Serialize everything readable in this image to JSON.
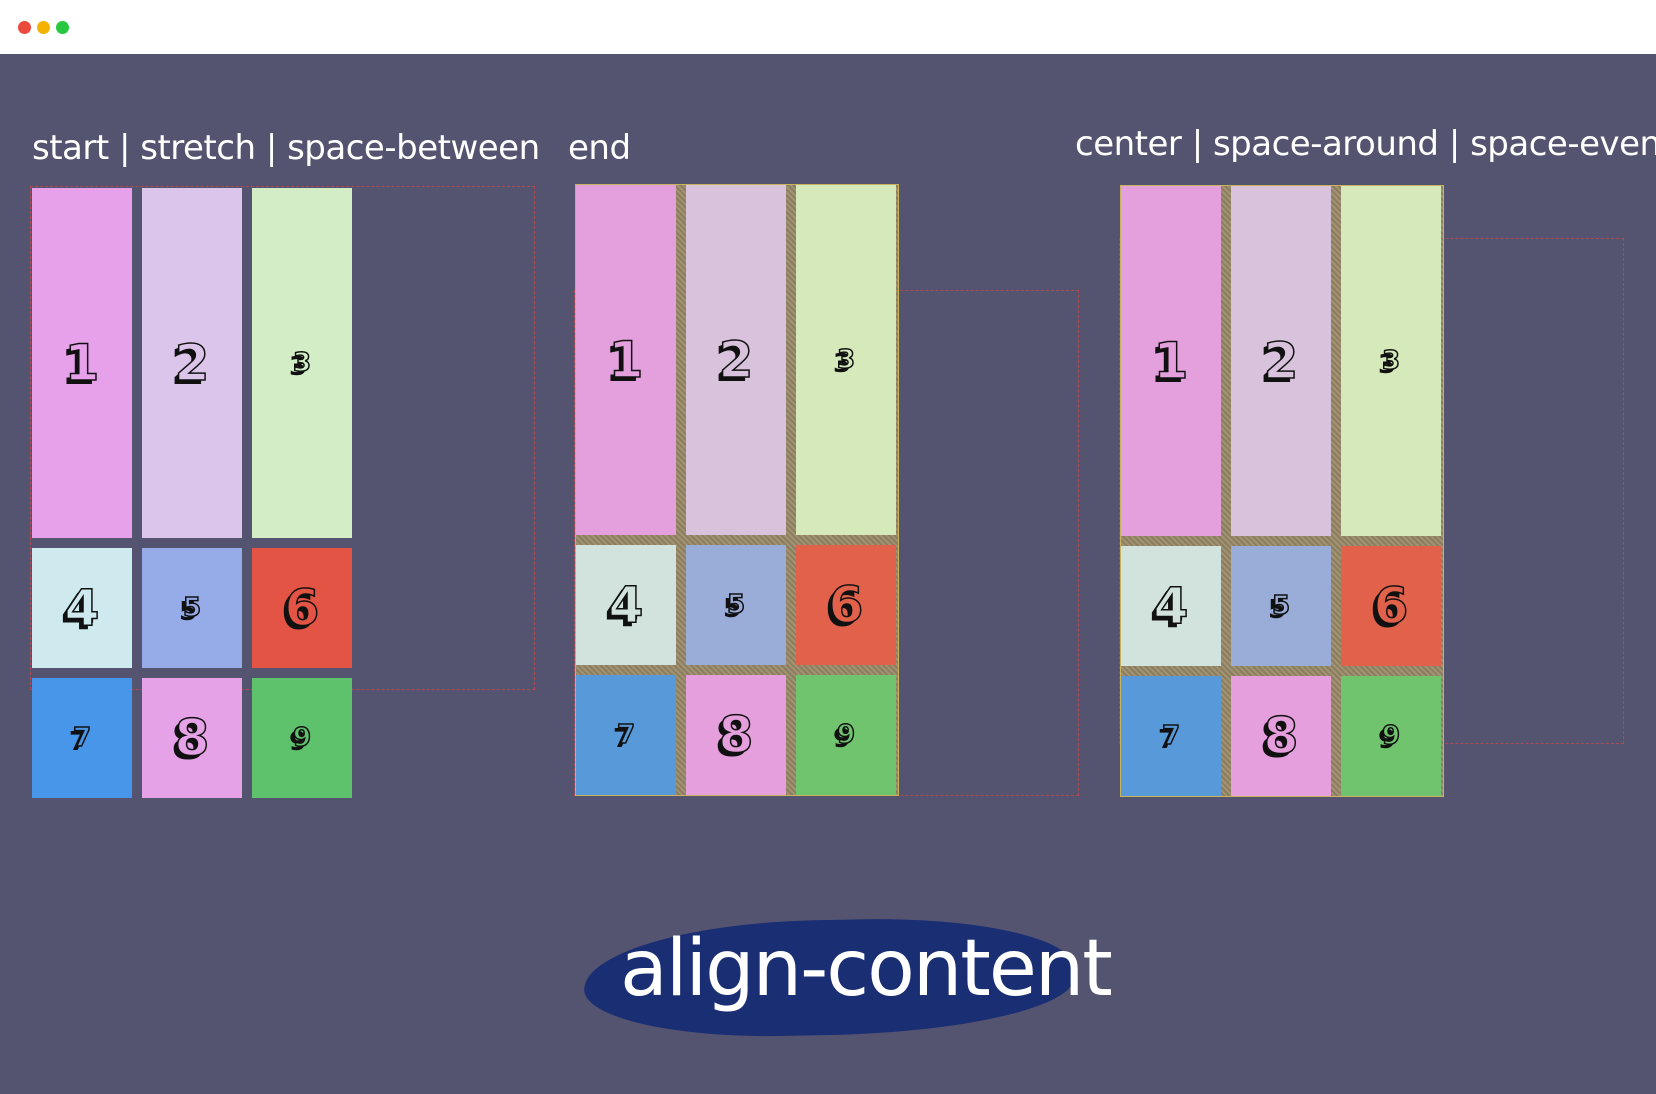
{
  "window": {
    "controls": [
      {
        "name": "close",
        "color": "#ec4a3a"
      },
      {
        "name": "minimize",
        "color": "#f3b300"
      },
      {
        "name": "maximize",
        "color": "#25c83f"
      }
    ]
  },
  "captions": {
    "first": "start | stretch | space-between",
    "second": "end",
    "third": "center | space-around  |  space-evenly"
  },
  "demos": [
    {
      "cells": [
        {
          "label": "1",
          "color": "#e7a0ea",
          "size": "big"
        },
        {
          "label": "2",
          "color": "#dbc5eb",
          "size": "big"
        },
        {
          "label": "3",
          "color": "#d3eec6",
          "size": "small"
        },
        {
          "label": "4",
          "color": "#cfeaef",
          "size": "big"
        },
        {
          "label": "5",
          "color": "#95ace8",
          "size": "small"
        },
        {
          "label": "6",
          "color": "#e35444",
          "size": "big"
        },
        {
          "label": "7",
          "color": "#4896e9",
          "size": "small"
        },
        {
          "label": "8",
          "color": "#e6a2e6",
          "size": "big"
        },
        {
          "label": "9",
          "color": "#5ec16c",
          "size": "small"
        }
      ]
    },
    {
      "cells": [
        {
          "label": "1",
          "color": "#e3a0dc",
          "size": "big"
        },
        {
          "label": "2",
          "color": "#d8c2dc",
          "size": "big"
        },
        {
          "label": "3",
          "color": "#d6e9bb",
          "size": "small"
        },
        {
          "label": "4",
          "color": "#d1e3dc",
          "size": "big"
        },
        {
          "label": "5",
          "color": "#9aadd9",
          "size": "small"
        },
        {
          "label": "6",
          "color": "#e2614a",
          "size": "big"
        },
        {
          "label": "7",
          "color": "#589ad9",
          "size": "small"
        },
        {
          "label": "8",
          "color": "#e49fdc",
          "size": "big"
        },
        {
          "label": "9",
          "color": "#70c46e",
          "size": "small"
        }
      ]
    },
    {
      "cells": [
        {
          "label": "1",
          "color": "#e3a0dc",
          "size": "big"
        },
        {
          "label": "2",
          "color": "#d8c2dc",
          "size": "big"
        },
        {
          "label": "3",
          "color": "#d6e9bb",
          "size": "small"
        },
        {
          "label": "4",
          "color": "#d1e3dc",
          "size": "big"
        },
        {
          "label": "5",
          "color": "#9aadd9",
          "size": "small"
        },
        {
          "label": "6",
          "color": "#e2614a",
          "size": "big"
        },
        {
          "label": "7",
          "color": "#589ad9",
          "size": "small"
        },
        {
          "label": "8",
          "color": "#e49fdc",
          "size": "big"
        },
        {
          "label": "9",
          "color": "#70c46e",
          "size": "small"
        }
      ]
    }
  ],
  "badge": {
    "text": "align-content",
    "color": "#1a2e73"
  }
}
